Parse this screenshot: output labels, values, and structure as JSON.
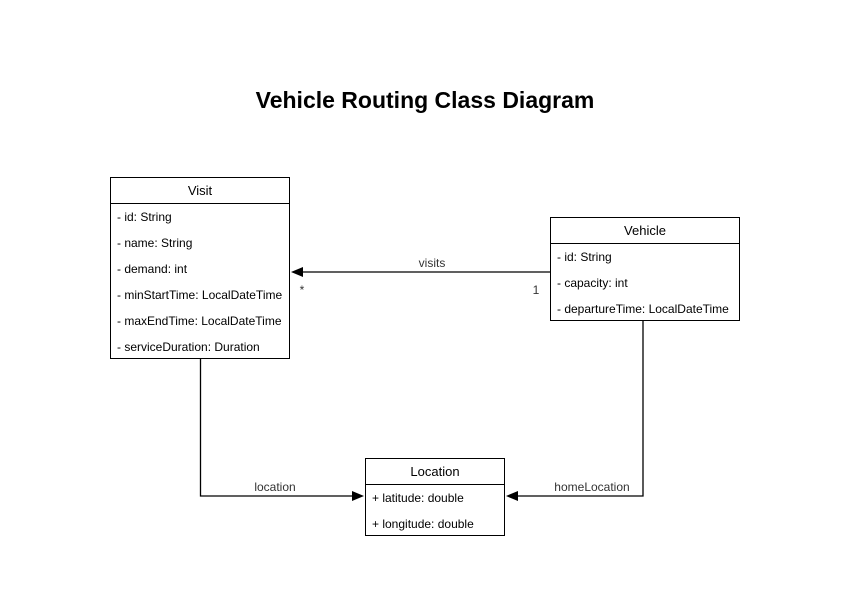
{
  "title": "Vehicle Routing Class Diagram",
  "classes": {
    "visit": {
      "name": "Visit",
      "attributes": [
        "- id: String",
        "- name: String",
        "- demand: int",
        "- minStartTime: LocalDateTime",
        "- maxEndTime: LocalDateTime",
        "- serviceDuration: Duration"
      ]
    },
    "vehicle": {
      "name": "Vehicle",
      "attributes": [
        "- id: String",
        "- capacity: int",
        "- departureTime: LocalDateTime"
      ]
    },
    "location": {
      "name": "Location",
      "attributes": [
        "+ latitude: double",
        "+ longitude: double"
      ]
    }
  },
  "associations": [
    {
      "name": "visits",
      "label": "visits",
      "from": "Vehicle",
      "to": "Visit",
      "from_multiplicity": "1",
      "to_multiplicity": "*"
    },
    {
      "name": "location",
      "label": "location",
      "from": "Visit",
      "to": "Location"
    },
    {
      "name": "homeLocation",
      "label": "homeLocation",
      "from": "Vehicle",
      "to": "Location"
    }
  ],
  "colors": {
    "background": "#ffffff",
    "stroke": "#000000",
    "box_text": "#000000",
    "edge_label_text": "#333333"
  }
}
